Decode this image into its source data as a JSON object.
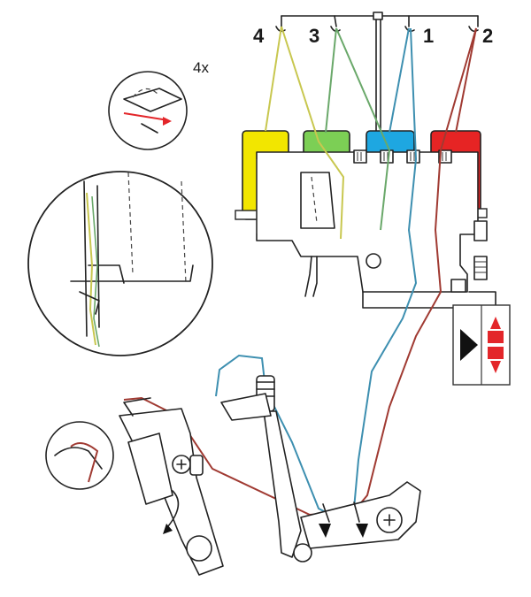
{
  "thread_labels": [
    "4",
    "3",
    "1",
    "2"
  ],
  "repeat_note": "4x",
  "colors": {
    "spool_4": "#f2e600",
    "spool_3": "#7ccf55",
    "spool_1": "#1ea7e1",
    "spool_2": "#e62424",
    "thread_4": "#c8c74f",
    "thread_3": "#6aa86a",
    "thread_1": "#3d8fb0",
    "thread_2": "#a03a32",
    "arrow_red": "#e3262a",
    "outline": "#222222"
  },
  "icons": [
    "spool-4-icon",
    "spool-3-icon",
    "spool-1-icon",
    "spool-2-icon",
    "tension-indicator-icon",
    "magnifier-detail-icon"
  ]
}
